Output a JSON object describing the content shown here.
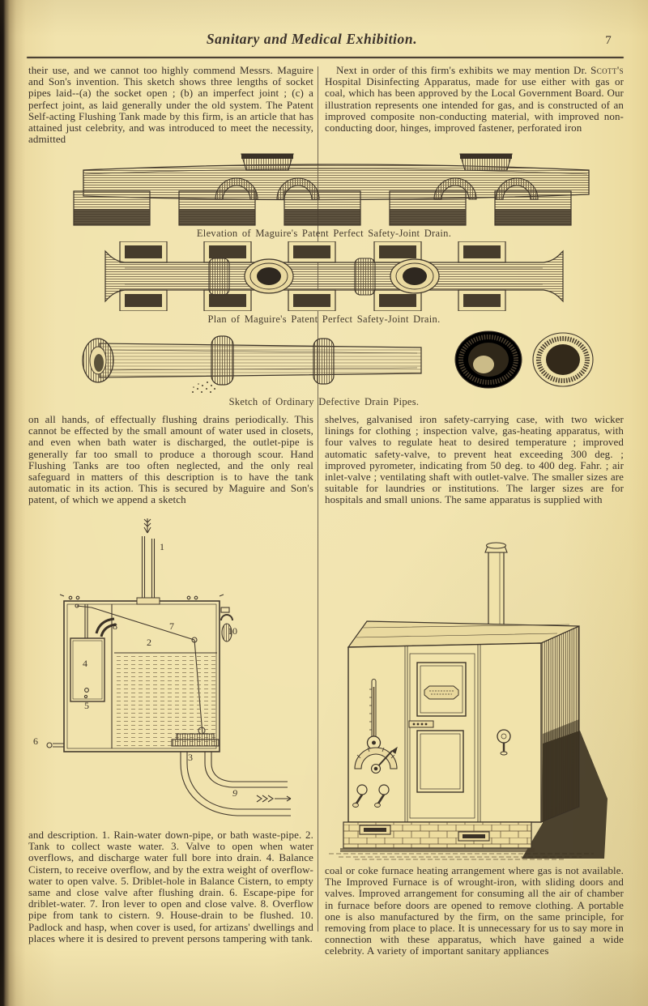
{
  "page": {
    "title": "Sanitary and Medical Exhibition.",
    "page_number": "7"
  },
  "article": {
    "left_column": {
      "para_1": "their use, and we cannot too highly commend Messrs. Maguire and Son's invention. This sketch shows three lengths of socket pipes laid--(a) the socket open ; (b) an imperfect joint ; (c) a perfect joint, as laid generally under the old system. The Patent Self-acting Flushing Tank made by this firm, is an article that has attained just celebrity, and was introduced to meet the necessity, admitted",
      "para_2": "on all hands, of effectually flushing drains periodically. This cannot be effected by the small amount of water used in closets, and even when bath water is discharged, the outlet-pipe is generally far too small to produce a thorough scour. Hand Flushing Tanks are too often neglected, and the only real safeguard in matters of this description is to have the tank automatic in its action. This is secured by Maguire and Son's patent, of which we append a sketch",
      "para_3": "and description. 1. Rain-water down-pipe, or bath waste-pipe. 2. Tank to collect waste water. 3. Valve to open when water overflows, and discharge water full bore into drain. 4. Balance Cistern, to receive overflow, and by the extra weight of overflow-water to open valve. 5. Driblet-hole in Balance Cistern, to empty same and close valve after flushing drain. 6. Escape-pipe for driblet-water. 7. Iron lever to open and close valve. 8. Overflow pipe from tank to cistern. 9. House-drain to be flushed. 10. Padlock and hasp, when cover is used, for artizans' dwellings and places where it is desired to prevent persons tampering with tank."
    },
    "right_column": {
      "para_1_prefix": "Next in order of this firm's exhibits we may mention Dr. ",
      "para_1_smallcaps": "Scott's",
      "para_1_rest": " Hospital Disinfecting Apparatus, made for use either with gas or coal, which has been approved by the Local Government Board. Our illustration represents one intended for gas, and is constructed of an improved composite non-conducting material, with improved non-conducting door, hinges, improved fastener, perforated iron",
      "para_2": "shelves, galvanised iron safety-carrying case, with two wicker linings for clothing ; inspection valve, gas-heating apparatus, with four valves to regulate heat to desired temperature ; improved automatic safety-valve, to prevent heat exceeding 300 deg. ; improved pyrometer, indicating from 50 deg. to 400 deg. Fahr. ; air inlet-valve ; ventilating shaft with outlet-valve. The smaller sizes are suitable for laundries or institutions. The larger sizes are for hospitals and small unions. The same apparatus is supplied with",
      "para_3": "coal or coke furnace heating arrangement where gas is not available. The Improved Furnace is of wrought-iron, with sliding doors and valves. Improved arrangement for consuming all the air of chamber in furnace before doors are opened to remove clothing. A portable one is also manufactured by the firm, on the same principle, for removing from place to place. It is unnecessary for us to say more in connection with these apparatus, which have gained a wide celebrity. A variety of important sanitary appliances"
    }
  },
  "figures": {
    "elevation_caption": "Elevation of Maguire's Patent Perfect Safety-Joint Drain.",
    "plan_caption": "Plan of Maguire's Patent Perfect Safety-Joint Drain.",
    "sketch_caption": "Sketch of Ordinary Defective Drain Pipes."
  },
  "tank_diagram": {
    "labels": [
      "1",
      "2",
      "3",
      "4",
      "5",
      "6",
      "7",
      "8",
      "9",
      "10"
    ],
    "icons": {
      "inlet_arrow": "feathered-down-arrow ↓",
      "flow_arrow": "triple-chevron-right-arrow »»»→"
    }
  },
  "colors": {
    "paper": "#f1e3ad",
    "ink": "#3b3227",
    "rule": "#4c4234",
    "dark_fill": "#362d1f"
  }
}
